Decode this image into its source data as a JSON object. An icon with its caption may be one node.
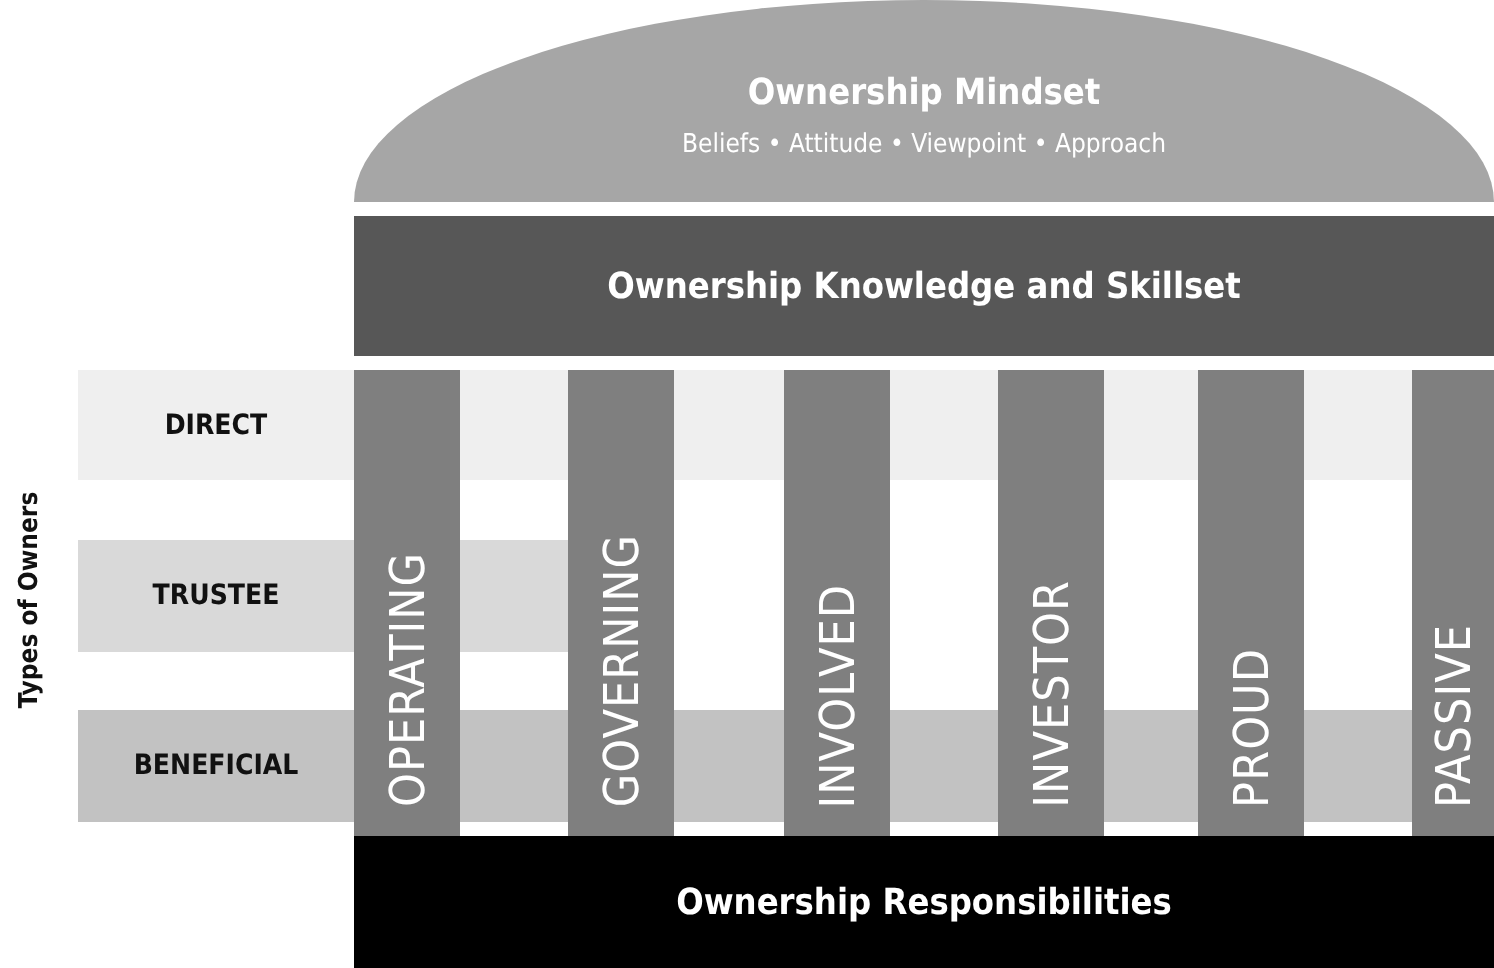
{
  "diagram": {
    "nodes": [
      {
        "text": [
          "Ownership Mindset",
          "Beliefs • Attitude • Viewpoint • Approach"
        ]
      },
      {
        "text": [
          "Ownership Knowledge and Skillset"
        ]
      },
      {
        "text": [
          "DIRECT"
        ]
      },
      {
        "text": [
          "TRUSTEE"
        ]
      },
      {
        "text": [
          "BENEFICIAL"
        ]
      },
      {
        "text": [
          "OPERATING"
        ]
      },
      {
        "text": [
          "GOVERNING"
        ]
      },
      {
        "text": [
          "INVOLVED"
        ]
      },
      {
        "text": [
          "INVESTOR"
        ]
      },
      {
        "text": [
          "PROUD"
        ]
      },
      {
        "text": [
          "PASSIVE"
        ]
      },
      {
        "text": [
          "Ownership Responsibilities"
        ]
      }
    ],
    "edges": [],
    "labels": [
      "Types of Owners"
    ]
  }
}
